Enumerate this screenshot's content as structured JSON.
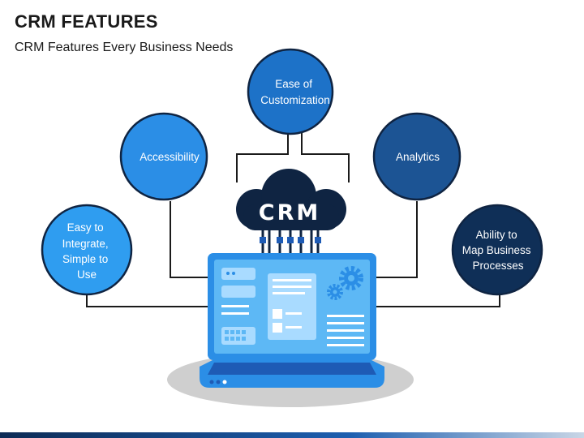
{
  "header": {
    "title": "CRM FEATURES",
    "subtitle": "CRM Features Every Business Needs"
  },
  "hub": {
    "label": "CRM"
  },
  "features": [
    {
      "id": "easy-integrate",
      "lines": [
        "Easy to",
        "Integrate,",
        "Simple to",
        "Use"
      ],
      "color": "#2f9df0"
    },
    {
      "id": "accessibility",
      "lines": [
        "Accessibility"
      ],
      "color": "#2b8ee6"
    },
    {
      "id": "customization",
      "lines": [
        "Ease of",
        "Customization"
      ],
      "color": "#1d72c8"
    },
    {
      "id": "analytics",
      "lines": [
        "Analytics"
      ],
      "color": "#1c5494"
    },
    {
      "id": "business-processes",
      "lines": [
        "Ability to",
        "Map Business",
        "Processes"
      ],
      "color": "#0f2f57"
    }
  ],
  "colors": {
    "cloud": "#0f2442",
    "laptop_frame": "#2b8ee6",
    "laptop_screen": "#5db8f5",
    "connector": "#1a1a1a",
    "footer_bar": "#0d2b55"
  }
}
